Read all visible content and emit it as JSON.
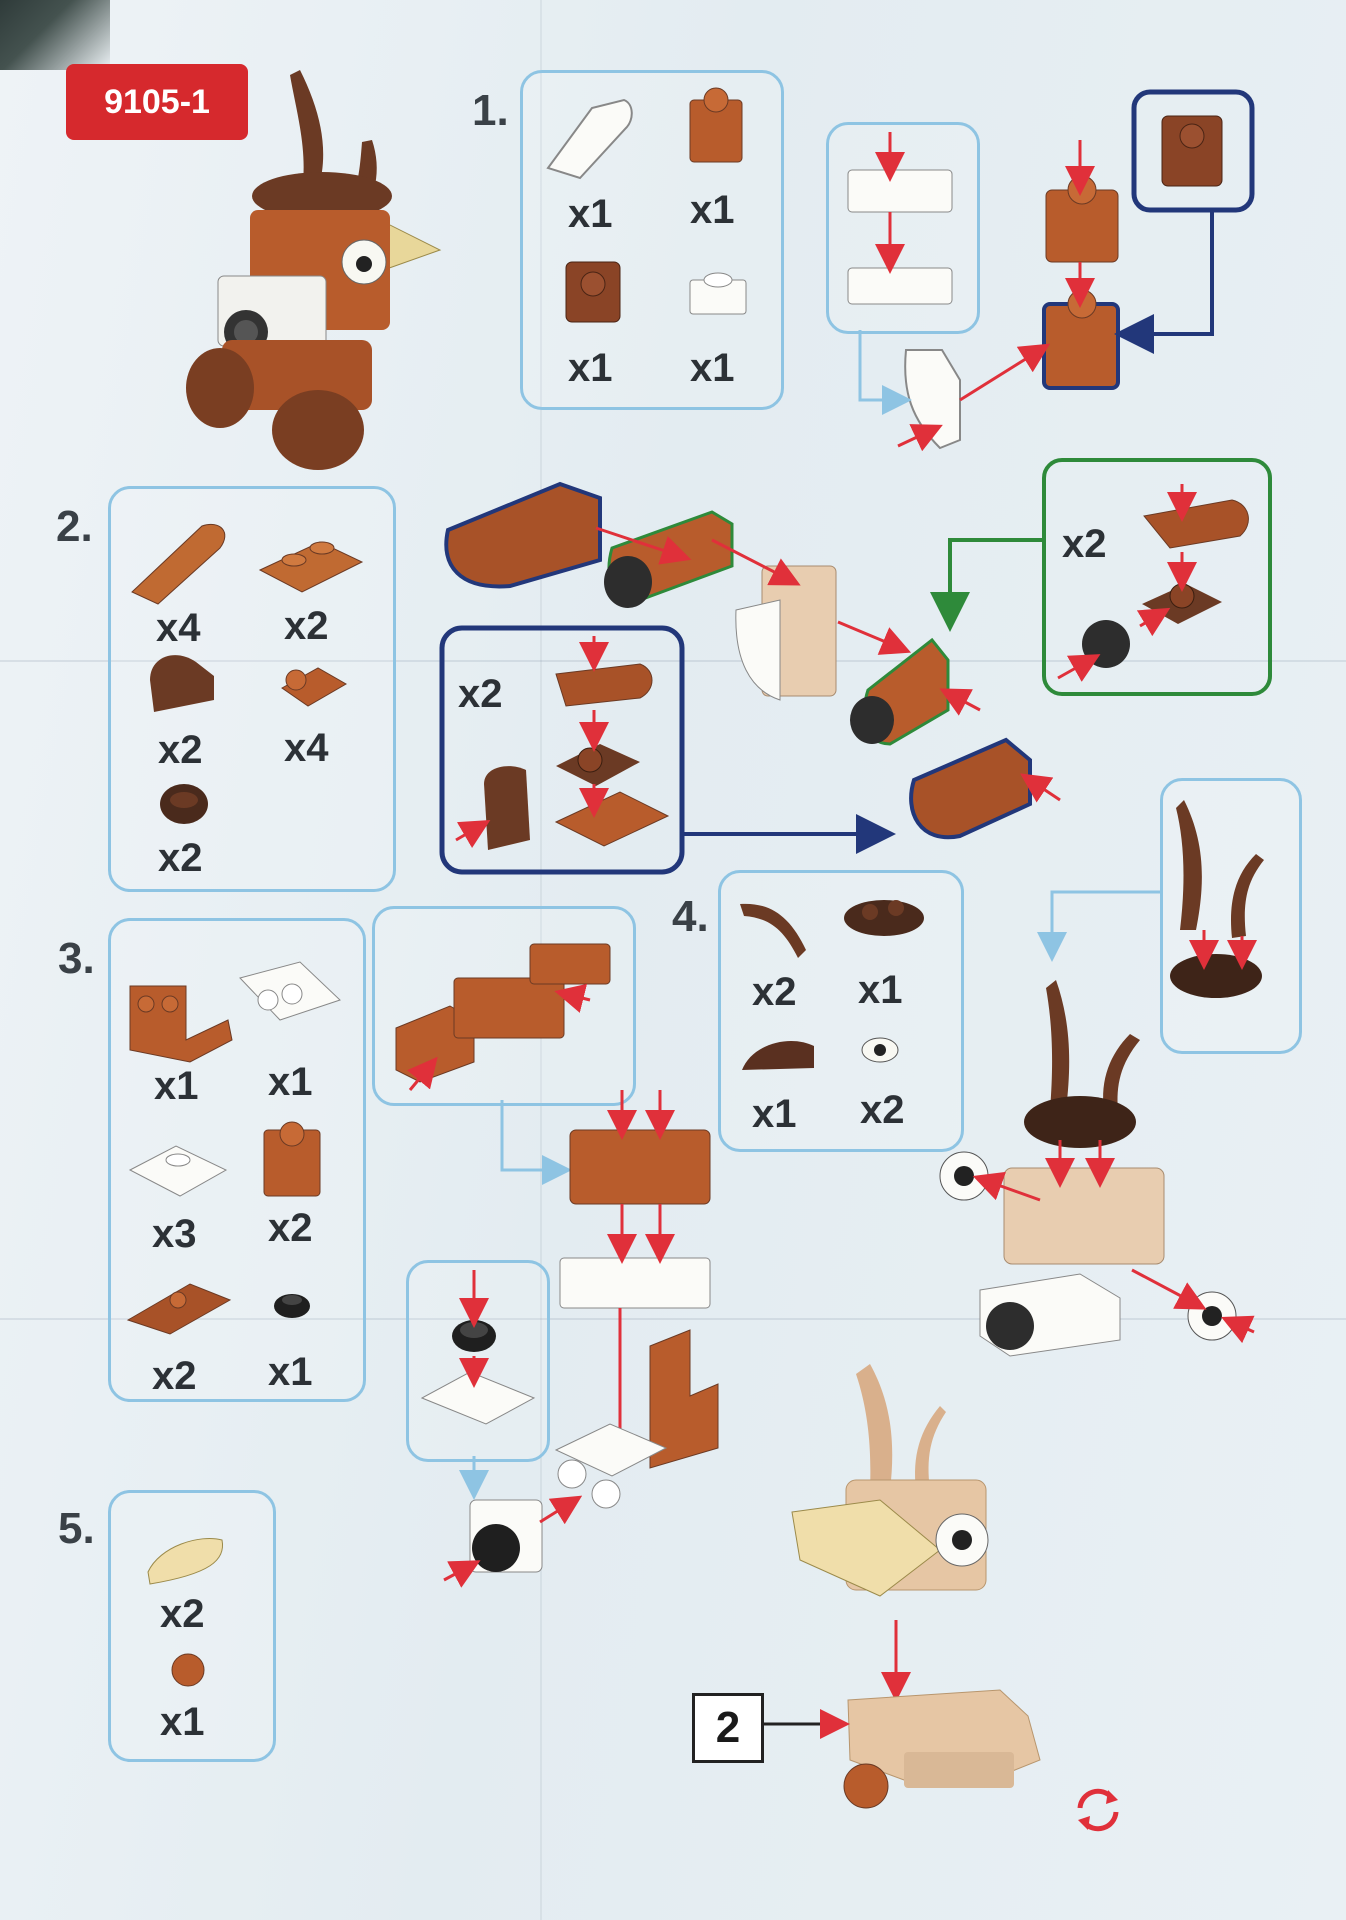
{
  "model_number": "9105-1",
  "steps": [
    {
      "number": "1.",
      "parts": [
        {
          "qty": "x1"
        },
        {
          "qty": "x1"
        },
        {
          "qty": "x1"
        },
        {
          "qty": "x1"
        }
      ]
    },
    {
      "number": "2.",
      "parts": [
        {
          "qty": "x4"
        },
        {
          "qty": "x2"
        },
        {
          "qty": "x2"
        },
        {
          "qty": "x4"
        },
        {
          "qty": "x2"
        }
      ],
      "sub_multipliers": [
        "x2",
        "x2"
      ]
    },
    {
      "number": "3.",
      "parts": [
        {
          "qty": "x1"
        },
        {
          "qty": "x1"
        },
        {
          "qty": "x3"
        },
        {
          "qty": "x2"
        },
        {
          "qty": "x2"
        },
        {
          "qty": "x1"
        }
      ]
    },
    {
      "number": "4.",
      "parts": [
        {
          "qty": "x2"
        },
        {
          "qty": "x1"
        },
        {
          "qty": "x1"
        },
        {
          "qty": "x2"
        }
      ]
    },
    {
      "number": "5.",
      "parts": [
        {
          "qty": "x2"
        },
        {
          "qty": "x1"
        }
      ]
    }
  ],
  "page_reference": "2",
  "icons": [
    "rotate-icon",
    "arrow-icon"
  ],
  "colors": {
    "badge_red": "#d6292d",
    "box_blue": "#8ec4e3",
    "brick_orange": "#b85c2c",
    "brick_dark": "#6b3a24",
    "arrow_red": "#e0303a",
    "frame_navy": "#22377a",
    "frame_green": "#2e8a3a"
  }
}
